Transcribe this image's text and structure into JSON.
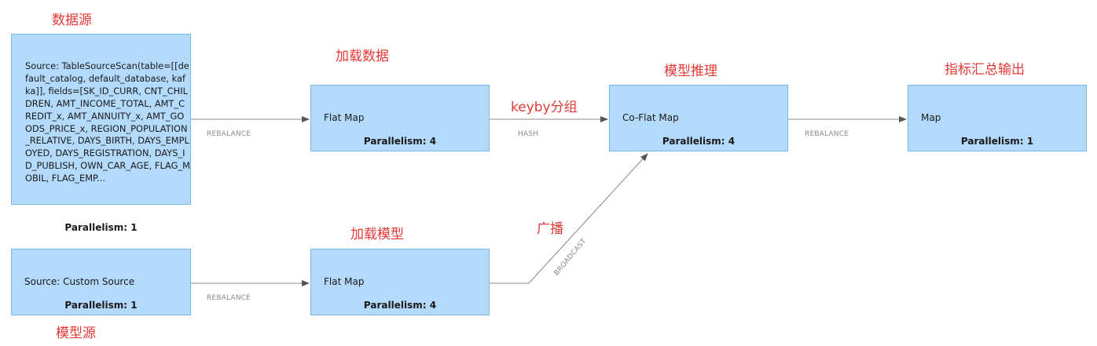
{
  "annotations": {
    "data_source": "数据源",
    "load_data": "加载数据",
    "keyby_group": "keyby分组",
    "model_inference": "模型推理",
    "metrics_output": "指标汇总输出",
    "load_model": "加载模型",
    "broadcast": "广播",
    "model_source": "模型源"
  },
  "nodes": {
    "table_source": {
      "title": "Source: TableSourceScan(table=[[default_catalog, default_database, kafka]], fields=[SK_ID_CURR, CNT_CHILDREN, AMT_INCOME_TOTAL, AMT_CREDIT_x, AMT_ANNUITY_x, AMT_GOODS_PRICE_x, REGION_POPULATION_RELATIVE, DAYS_BIRTH, DAYS_EMPLOYED, DAYS_REGISTRATION, DAYS_ID_PUBLISH, OWN_CAR_AGE, FLAG_MOBIL, FLAG_EMP...",
      "parallelism": "Parallelism: 1"
    },
    "flat_map_data": {
      "title": "Flat Map",
      "parallelism": "Parallelism: 4"
    },
    "co_flat_map": {
      "title": "Co-Flat Map",
      "parallelism": "Parallelism: 4"
    },
    "map_output": {
      "title": "Map",
      "parallelism": "Parallelism: 1"
    },
    "custom_source": {
      "title": "Source: Custom Source",
      "parallelism": "Parallelism: 1"
    },
    "flat_map_model": {
      "title": "Flat Map",
      "parallelism": "Parallelism: 4"
    }
  },
  "edges": {
    "source_to_flatmap": "REBALANCE",
    "flatmap_to_coflatmap": "HASH",
    "coflatmap_to_map": "REBALANCE",
    "custom_to_flatmap": "REBALANCE",
    "flatmap_to_coflatmap_broadcast": "BROADCAST"
  },
  "colors": {
    "node_fill": "#b3d9fb",
    "node_border": "#7cb6ea",
    "annotation": "#e53935",
    "edge": "#888888"
  }
}
